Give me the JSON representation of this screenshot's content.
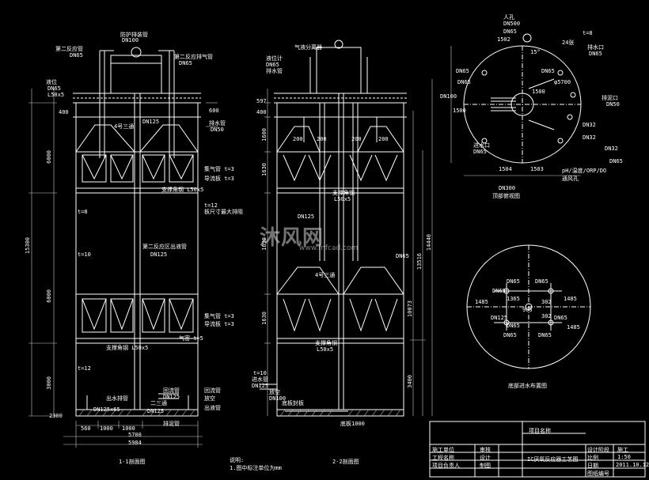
{
  "colors": {
    "background": "#000000",
    "line": "#ffffff",
    "dim_line": "#cccccc",
    "hatch": "#bbbbbb"
  },
  "left_view": {
    "labels": [
      "防护排装管",
      "DN100",
      "第二反应管",
      "DN65",
      "第二反应排气管",
      "DN65",
      "液位",
      "DN65",
      "L50x5",
      "DN125",
      "4号三通",
      "排水管",
      "DN50",
      "集气管 t=3",
      "导流板 t=3",
      "支撑角钢 L50x5",
      "板尺寸最大排阻",
      "t=12",
      "第二反应区出液管",
      "DN125",
      "集气管 t=3",
      "导流板 t=3",
      "气密 t=5",
      "支撑角钢 L50x5",
      "DN125x65",
      "出水排管",
      "DN125",
      "回流管",
      "DN125",
      "二三通",
      "放空",
      "回流管",
      "出液管",
      "排泥管"
    ],
    "dims_vertical": [
      "15300",
      "6000",
      "6000",
      "3000",
      "600",
      "400",
      "t=8",
      "t=10",
      "t=12",
      "2300"
    ],
    "dims_horizontal": [
      "560",
      "1000",
      "1000",
      "5700",
      "5984"
    ],
    "title": "1-1剖面图",
    "note_title": "说明:",
    "note_text": "1.图中标注单位为mm"
  },
  "right_view": {
    "labels": [
      "气液分离器",
      "液位计",
      "DN65",
      "排水管",
      "200",
      "200",
      "200",
      "200",
      "1600",
      "400",
      "597",
      "1630",
      "1630",
      "1630",
      "DN65",
      "支撑角钢",
      "L50x5",
      "4号三通",
      "支撑角钢",
      "L50x5",
      "进水管",
      "DN125",
      "放空",
      "DN100",
      "底板封板",
      "t=10",
      "DN125"
    ],
    "dims_vertical": [
      "13516",
      "10073",
      "14440",
      "3400"
    ],
    "bottom_label": "底板1000",
    "title": "2-2剖面图"
  },
  "top_plan": {
    "labels": [
      "1502",
      "DN65",
      "人孔",
      "DN500",
      "1500",
      "φ5700",
      "24张",
      "t=8",
      "排水口",
      "DN65",
      "排泥口",
      "DN50",
      "进水口",
      "DN65",
      "DN65",
      "DN65",
      "DN65",
      "DN32",
      "DN32",
      "DN32",
      "pH/温度/ORP/DO",
      "1504",
      "1503",
      "DN300",
      "通风孔",
      "DN65",
      "DN100",
      "1500",
      "15°"
    ],
    "title": "顶部俯视图"
  },
  "bottom_plan": {
    "labels": [
      "DN65",
      "DN65",
      "DN65",
      "1485",
      "1365",
      "1485",
      "905",
      "302",
      "302",
      "DN125",
      "DN65",
      "DN65",
      "DN65",
      "1485",
      "DN65"
    ],
    "title": "底部进水布置图"
  },
  "watermark": {
    "brand": "沐风网",
    "url": "www.mfcad.com"
  },
  "title_block": {
    "project_name_label": "项目名称",
    "drawing_title": "IC厌氧反应器工艺图",
    "rows": [
      [
        "施工单位",
        "审核",
        "设计阶段",
        "施工"
      ],
      [
        "工程名称",
        "设计",
        "比例",
        "1:50"
      ],
      [
        "项目负责人",
        "制图",
        "日期",
        "2011.10.12"
      ],
      [
        "",
        "",
        "图纸编号",
        ""
      ]
    ]
  }
}
